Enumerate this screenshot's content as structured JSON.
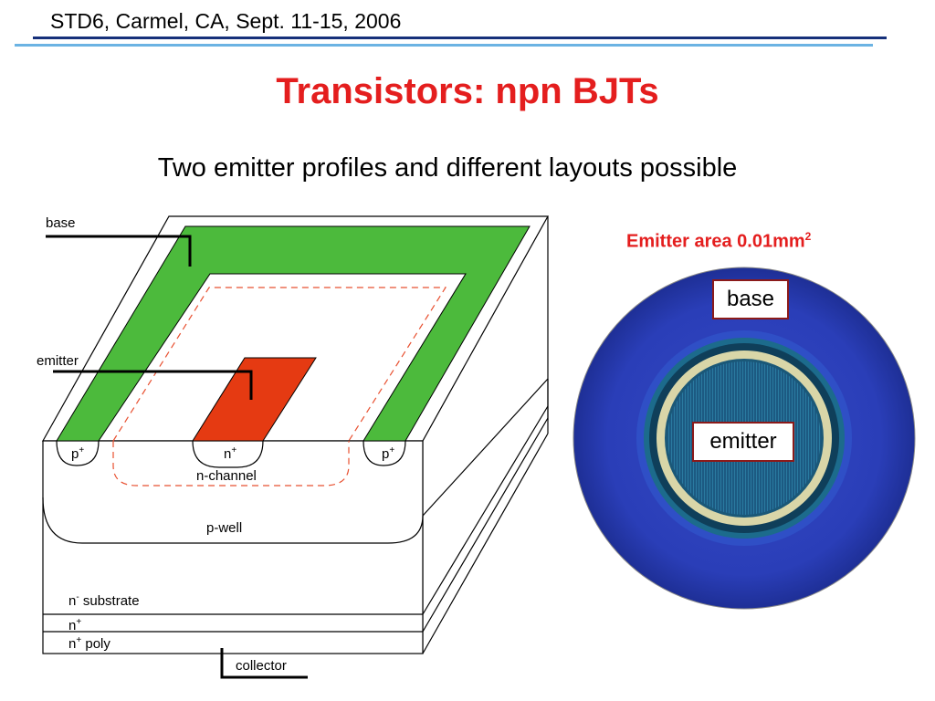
{
  "header": {
    "conference": "STD6, Carmel, CA, Sept. 11-15, 2006"
  },
  "slide": {
    "title": "Transistors: npn BJTs",
    "subtitle": "Two emitter profiles and different layouts possible"
  },
  "diagram": {
    "labels": {
      "base": "base",
      "emitter": "emitter",
      "p_plus": "p",
      "n_plus": "n",
      "plus_sign": "+",
      "minus_sign": "-",
      "n_channel": "n-channel",
      "p_well": "p-well",
      "n": "n",
      "substrate": " substrate",
      "poly": " poly",
      "collector": "collector"
    },
    "colors": {
      "metal": "#4cba3c",
      "emitter_contact": "#e53a12",
      "outline": "#000000",
      "dashed": "#e85030"
    }
  },
  "photo": {
    "area_label_prefix": "Emitter area 0.01mm",
    "area_label_exp": "2",
    "base_label": "base",
    "emitter_label": "emitter",
    "colors": {
      "outer": "#2b3fbf",
      "ring": "#d9d6a8",
      "inner": "#1f5e80"
    }
  }
}
